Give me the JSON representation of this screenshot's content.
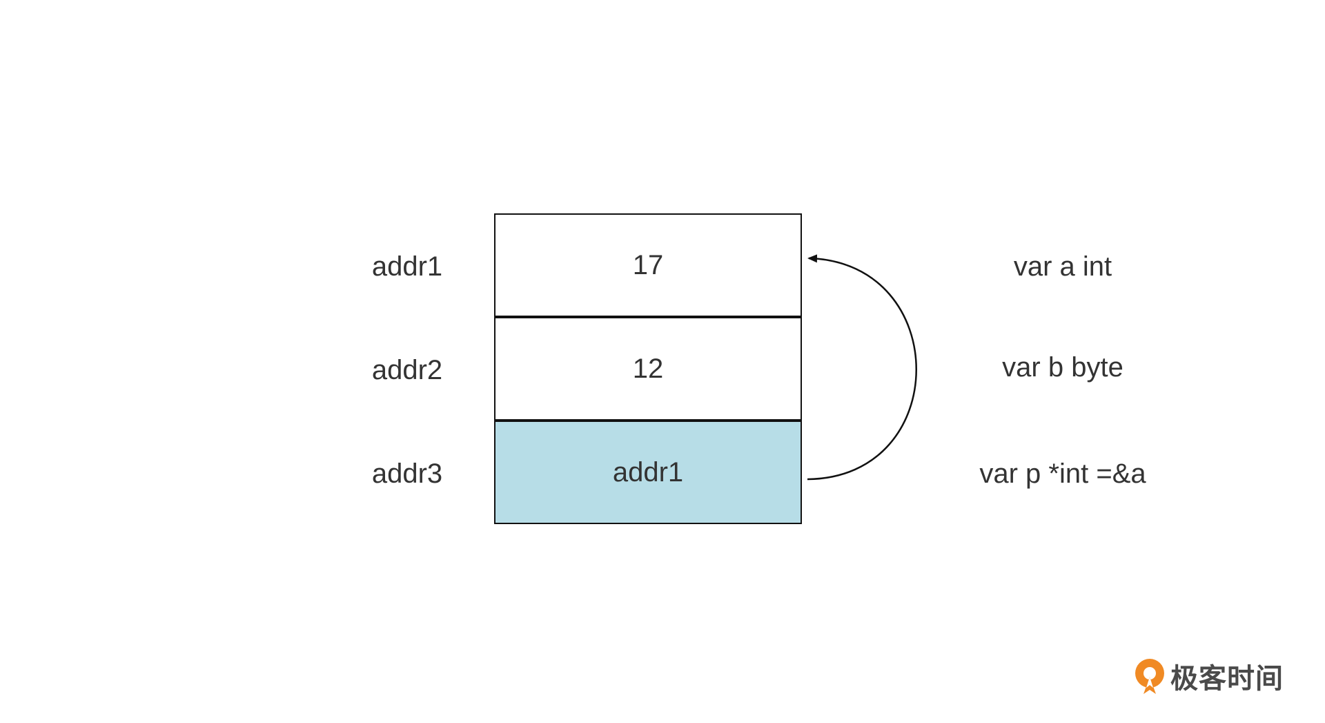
{
  "memory": {
    "rows": [
      {
        "address": "addr1",
        "value": "17",
        "declaration": "var a int"
      },
      {
        "address": "addr2",
        "value": "12",
        "declaration": "var b byte"
      },
      {
        "address": "addr3",
        "value": "addr1",
        "declaration": "var p *int =&a"
      }
    ],
    "highlight_color": "#b7dde7"
  },
  "brand": {
    "name": "极客时间",
    "logo_icon": "geektime-logo-icon",
    "logo_color": "#f08a24"
  }
}
